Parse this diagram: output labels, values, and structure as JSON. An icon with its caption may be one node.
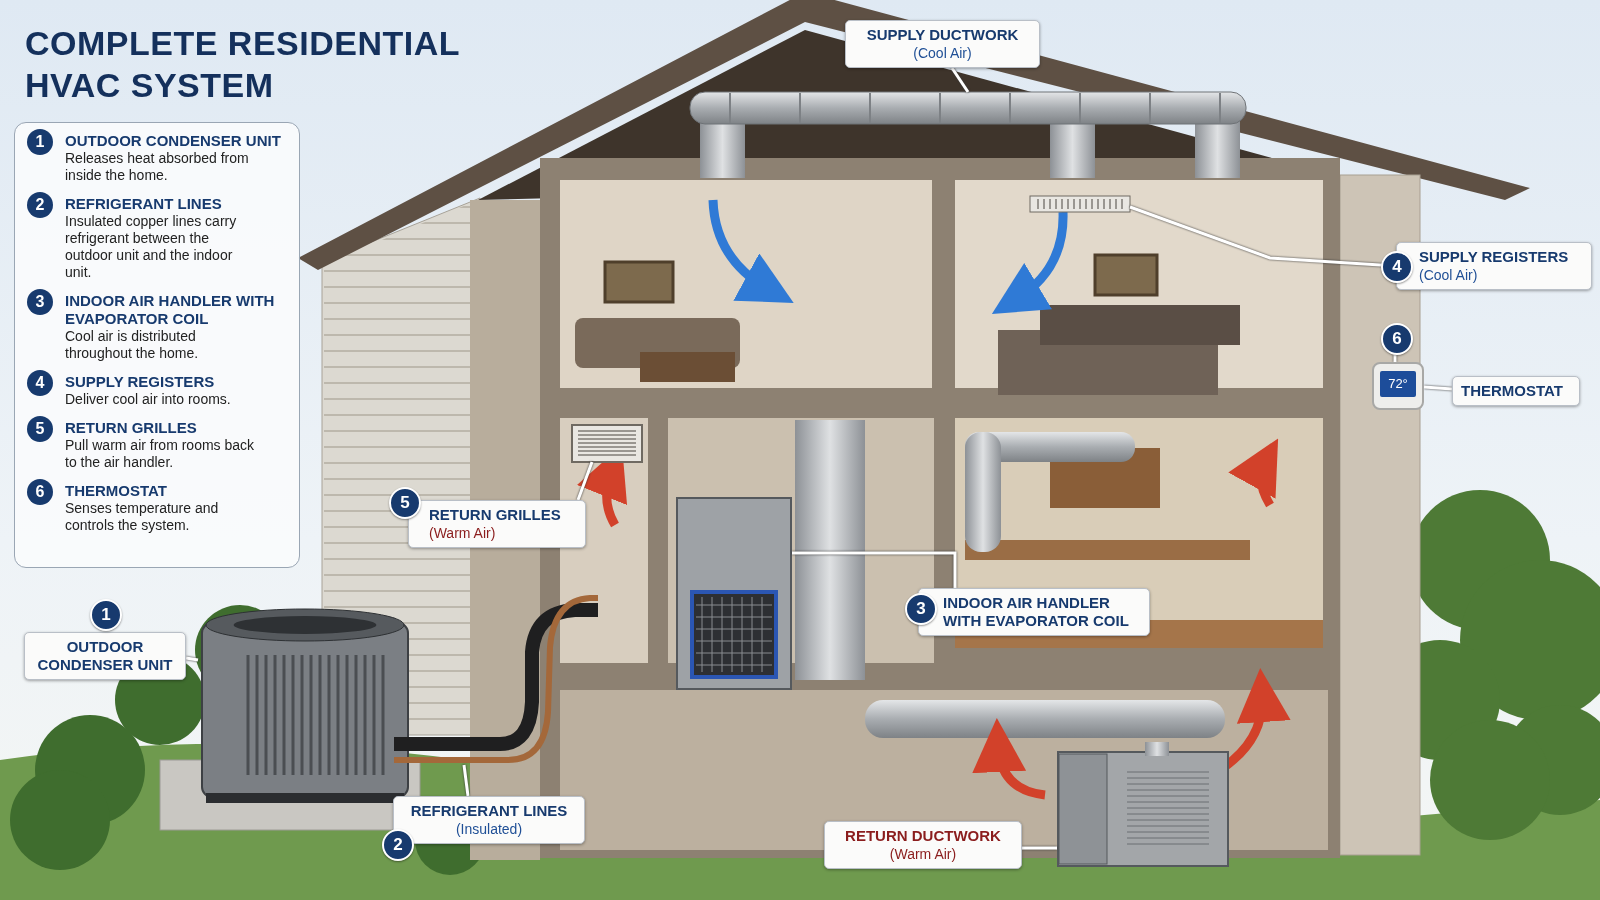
{
  "diagram": {
    "title": "COMPLETE RESIDENTIAL HVAC SYSTEM",
    "nodes": [
      {
        "text": [
          "SUPPLY DUCTWORK",
          "(Cool Air)"
        ]
      },
      {
        "text": [],
        "shape": "picture"
      },
      {
        "text": [],
        "shape": "picture"
      },
      {
        "text": [
          "4",
          "SUPPLY REGISTERS",
          "(Cool Air)"
        ]
      },
      {
        "text": [
          "6"
        ]
      },
      {
        "text": [
          "72°"
        ]
      },
      {
        "text": [
          "THERMOSTAT"
        ]
      },
      {
        "text": [],
        "shape": "picture"
      },
      {
        "text": [
          "5",
          "RETURN GRILLES",
          "(Warm Air)"
        ]
      },
      {
        "text": [],
        "shape": "picture"
      },
      {
        "text": [
          "3",
          "INDOOR AIR HANDLER WITH EVAPORATOR COIL"
        ]
      },
      {
        "text": [],
        "shape": "picture"
      },
      {
        "text": [
          "1",
          "OUTDOOR CONDENSER UNIT"
        ]
      },
      {
        "text": [],
        "shape": "picture"
      },
      {
        "text": [
          "2",
          "REFRIGERANT LINES",
          "(Insulated)"
        ]
      },
      {
        "text": [],
        "shape": "picture"
      },
      {
        "text": [
          "RETURN DUCTWORK",
          "(Warm Air)"
        ]
      }
    ],
    "edges": [
      {
        "from": 0,
        "to": 1,
        "arrow": "none"
      },
      {
        "from": 3,
        "to": 2,
        "arrow": "none"
      },
      {
        "from": 4,
        "to": 5,
        "arrow": "none"
      },
      {
        "from": 6,
        "to": 5,
        "arrow": "none"
      },
      {
        "from": 8,
        "to": 7,
        "arrow": "none"
      },
      {
        "from": 10,
        "to": 9,
        "arrow": "none"
      },
      {
        "from": 12,
        "to": 11,
        "arrow": "none"
      },
      {
        "from": 14,
        "to": 13,
        "arrow": "none"
      },
      {
        "from": 16,
        "to": 15,
        "arrow": "none"
      }
    ],
    "labels": [
      "1",
      "OUTDOOR CONDENSER UNIT",
      "Releases heat absorbed from inside the home.",
      "2",
      "REFRIGERANT LINES",
      "Insulated copper lines carry refrigerant between the outdoor unit and the indoor unit.",
      "3",
      "INDOOR AIR HANDLER WITH EVAPORATOR COIL",
      "Cool air is distributed throughout the home.",
      "4",
      "SUPPLY REGISTERS",
      "Deliver cool air into rooms.",
      "5",
      "RETURN GRILLES",
      "Pull warm air from rooms back to the air handler.",
      "6",
      "THERMOSTAT",
      "Senses temperature and controls the system."
    ]
  }
}
